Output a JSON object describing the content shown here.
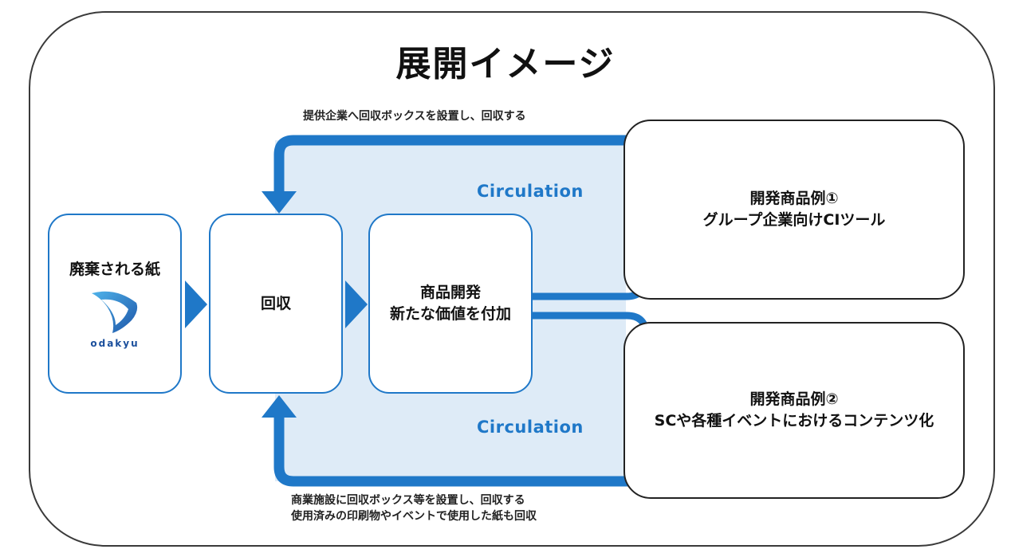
{
  "title": "展開イメージ",
  "notes": {
    "top": "提供企業へ回収ボックスを設置し、回収する",
    "bottom_line1": "商業施設に回収ボックス等を設置し、回収する",
    "bottom_line2": "使用済みの印刷物やイベントで使用した紙も回収"
  },
  "circulation_label_top": "Circulation",
  "circulation_label_bottom": "Circulation",
  "boxes": {
    "waste_paper": {
      "label": "廃棄される紙"
    },
    "logo": {
      "icon": "odakyu-logo-icon",
      "text": "odakyu"
    },
    "collection": {
      "label": "回収"
    },
    "development": {
      "line1": "商品開発",
      "line2": "新たな価値を付加"
    },
    "product1": {
      "line1": "開発商品例①",
      "line2": "グループ企業向けCIツール"
    },
    "product2": {
      "line1": "開発商品例②",
      "line2": "SCや各種イベントにおけるコンテンツ化"
    }
  },
  "colors": {
    "accent": "#1f78c8",
    "circulation_fill": "#deebf7",
    "frame": "#3a3a3a"
  }
}
